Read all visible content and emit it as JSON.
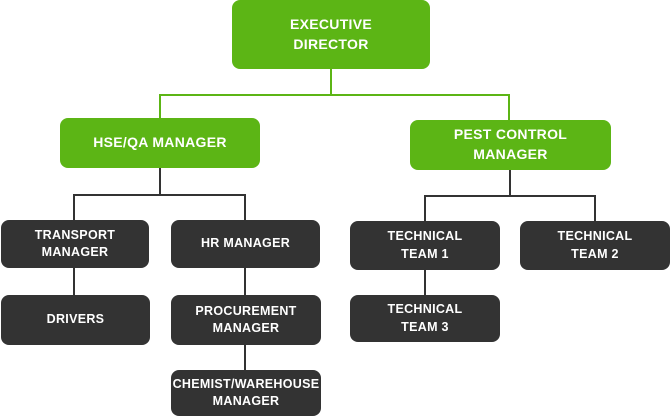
{
  "colors": {
    "green": "#5cb515",
    "dark": "#333333",
    "text": "#ffffff",
    "bg": "#ffffff"
  },
  "org_chart": {
    "type": "org-chart",
    "nodes": [
      {
        "id": "executive-director",
        "label": "EXECUTIVE\nDIRECTOR",
        "style": "green"
      },
      {
        "id": "hse-qa-manager",
        "label": "HSE/QA MANAGER",
        "style": "green"
      },
      {
        "id": "pest-control-manager",
        "label": "PEST CONTROL\nMANAGER",
        "style": "green"
      },
      {
        "id": "transport-manager",
        "label": "TRANSPORT\nMANAGER",
        "style": "dark"
      },
      {
        "id": "hr-manager",
        "label": "HR MANAGER",
        "style": "dark"
      },
      {
        "id": "drivers",
        "label": "DRIVERS",
        "style": "dark"
      },
      {
        "id": "procurement-manager",
        "label": "PROCUREMENT\nMANAGER",
        "style": "dark"
      },
      {
        "id": "chemist-warehouse-manager",
        "label": "CHEMIST/WAREHOUSE\nMANAGER",
        "style": "dark"
      },
      {
        "id": "technical-team-1",
        "label": "TECHNICAL\nTEAM 1",
        "style": "dark"
      },
      {
        "id": "technical-team-2",
        "label": "TECHNICAL\nTEAM 2",
        "style": "dark"
      },
      {
        "id": "technical-team-3",
        "label": "TECHNICAL\nTEAM 3",
        "style": "dark"
      }
    ],
    "edges": [
      {
        "from": "executive-director",
        "to": "hse-qa-manager",
        "color": "#5cb515"
      },
      {
        "from": "executive-director",
        "to": "pest-control-manager",
        "color": "#5cb515"
      },
      {
        "from": "hse-qa-manager",
        "to": "transport-manager",
        "color": "#333333"
      },
      {
        "from": "hse-qa-manager",
        "to": "hr-manager",
        "color": "#333333"
      },
      {
        "from": "transport-manager",
        "to": "drivers",
        "color": "#333333"
      },
      {
        "from": "hr-manager",
        "to": "procurement-manager",
        "color": "#333333"
      },
      {
        "from": "procurement-manager",
        "to": "chemist-warehouse-manager",
        "color": "#333333"
      },
      {
        "from": "pest-control-manager",
        "to": "technical-team-1",
        "color": "#333333"
      },
      {
        "from": "pest-control-manager",
        "to": "technical-team-2",
        "color": "#333333"
      },
      {
        "from": "technical-team-1",
        "to": "technical-team-3",
        "color": "#333333"
      }
    ]
  }
}
